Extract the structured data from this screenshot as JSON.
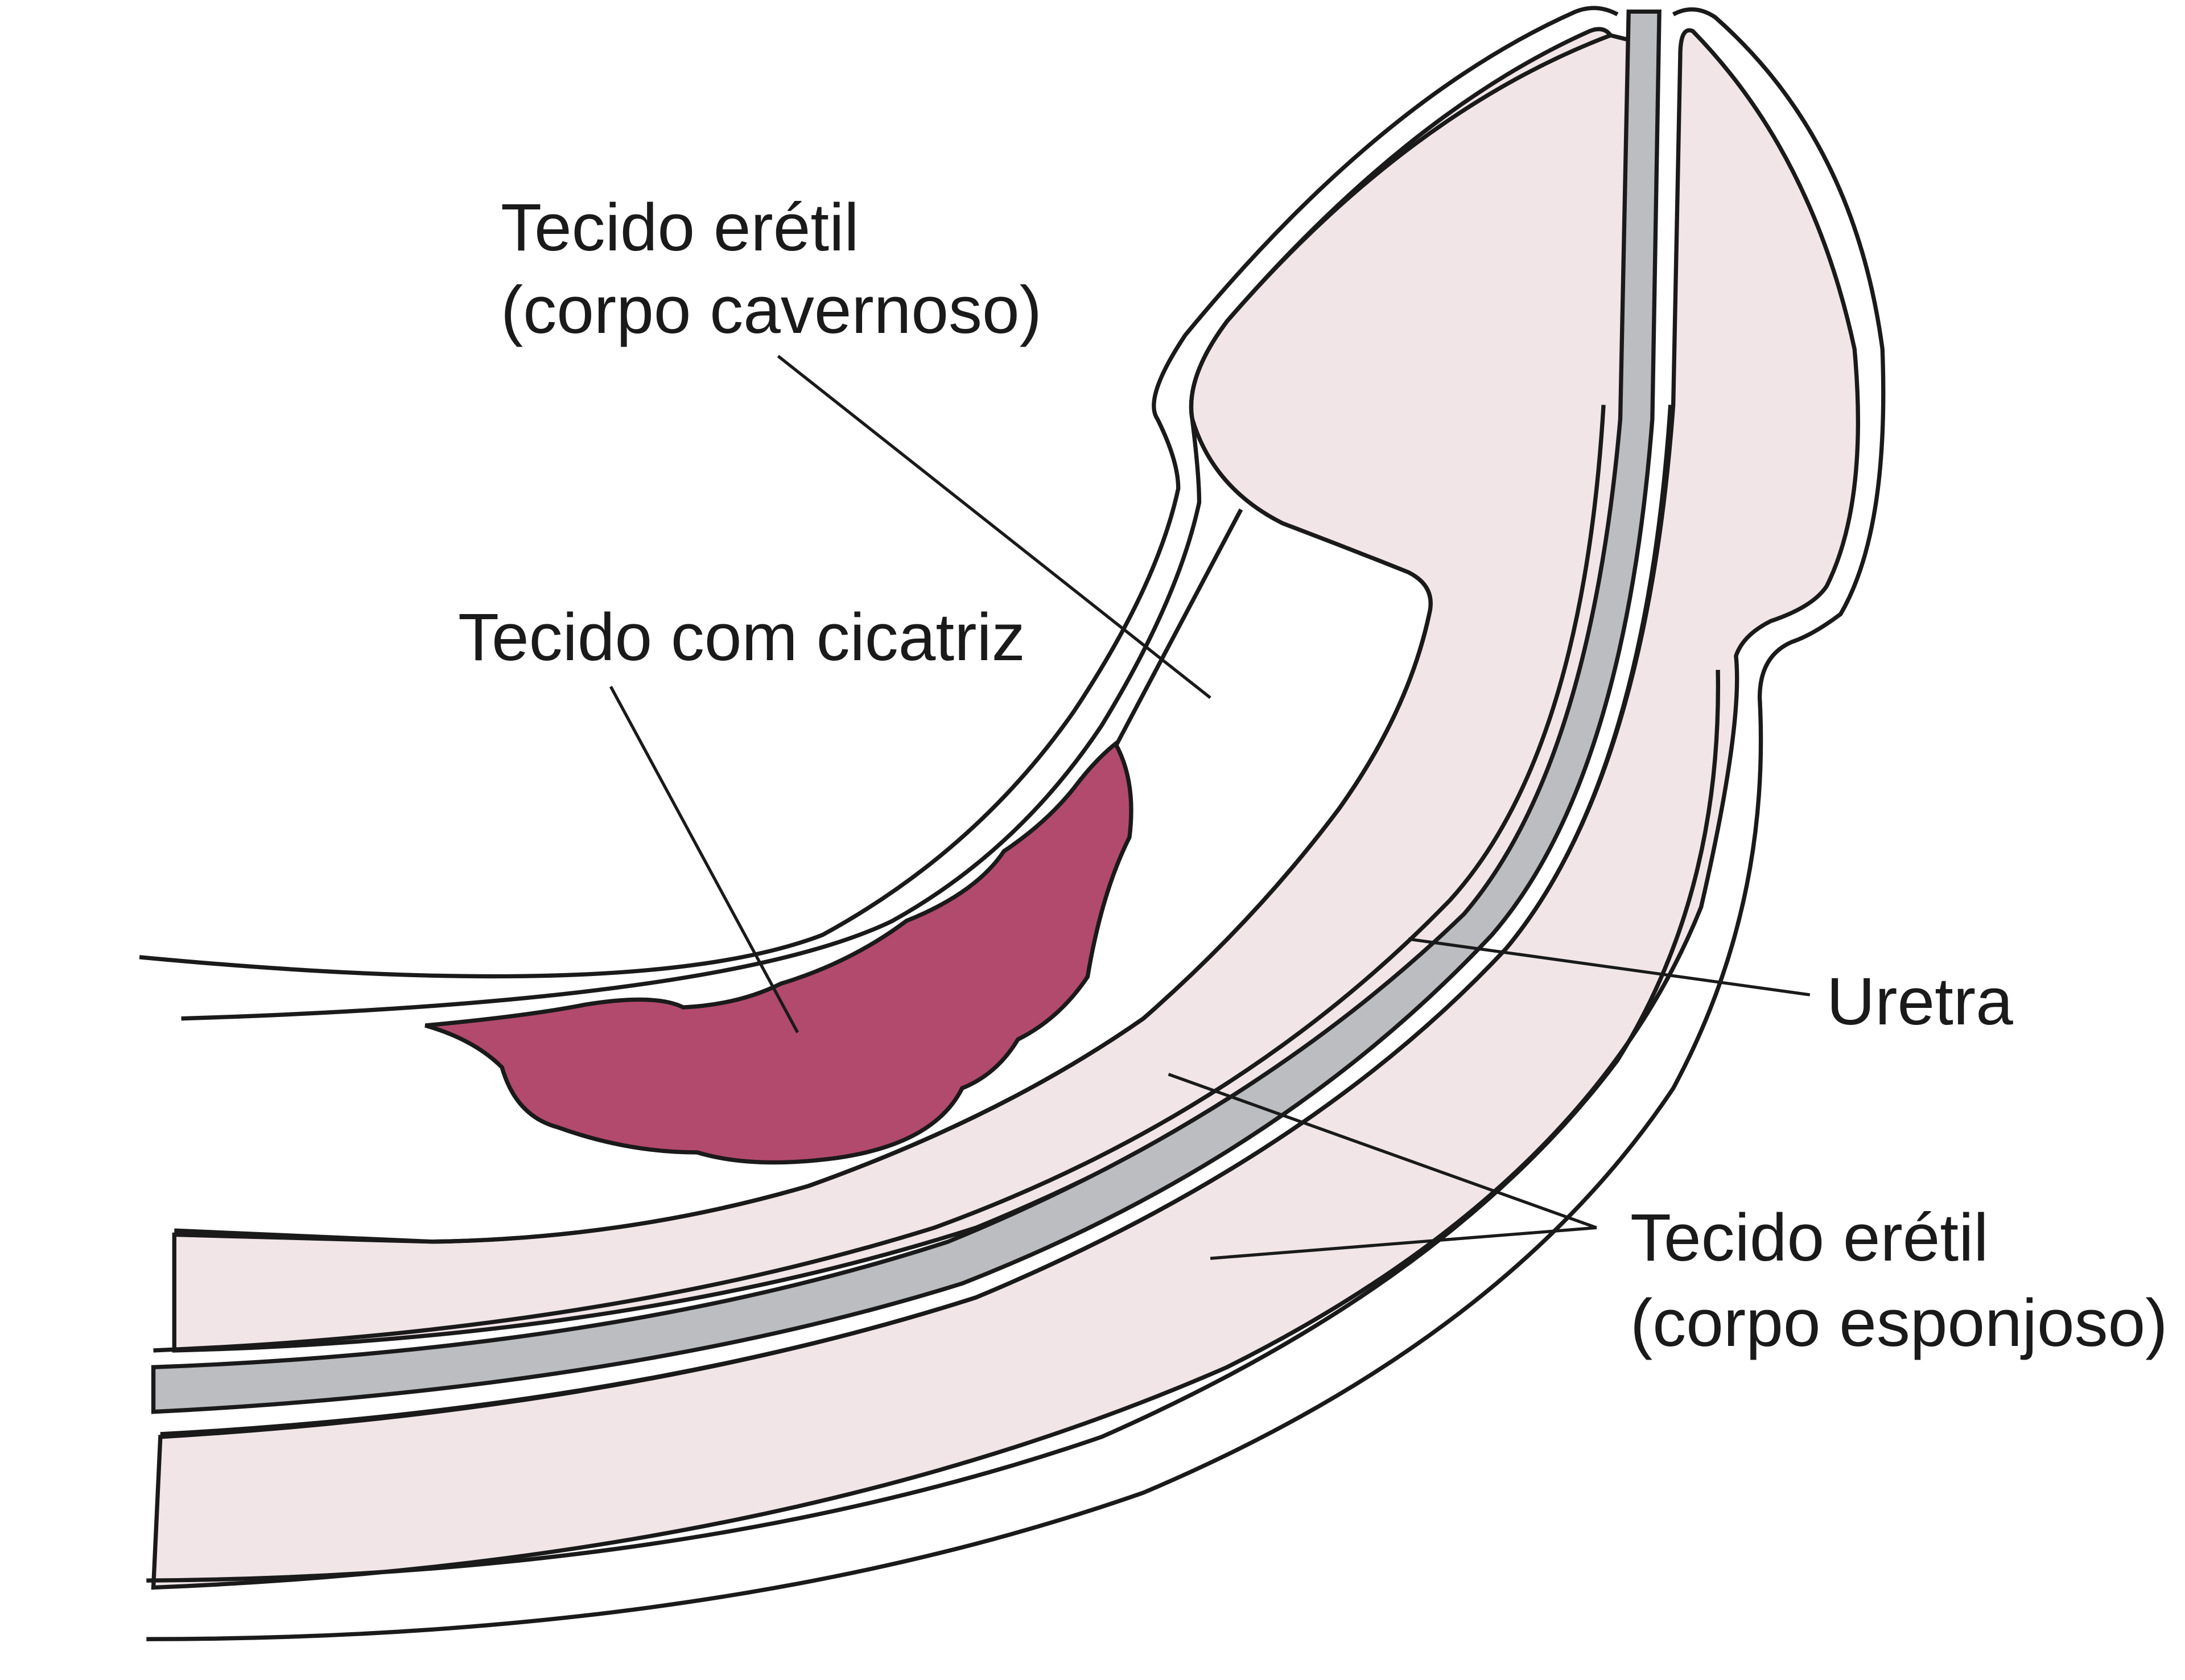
{
  "labels": {
    "cavernoso_line1": "Tecido erétil",
    "cavernoso_line2": "(corpo cavernoso)",
    "cicatriz": "Tecido com cicatriz",
    "uretra": "Uretra",
    "esponjoso_line1": "Tecido erétil",
    "esponjoso_line2": "(corpo esponjoso)"
  },
  "colors": {
    "spongy_fill": "#f1e5e8",
    "urethra_fill": "#bcbdc0",
    "scar_fill": "#b24a6d",
    "outline": "#1a1a1a"
  }
}
